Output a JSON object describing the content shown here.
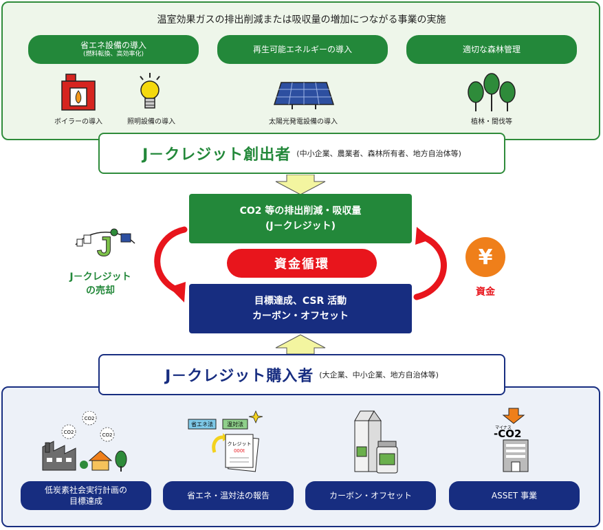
{
  "top": {
    "title": "温室効果ガスの排出削減または吸収量の増加につながる事業の実施",
    "pills": [
      {
        "label": "省エネ設備の導入",
        "sub": "(燃料転換、高効率化)"
      },
      {
        "label": "再生可能エネルギーの導入",
        "sub": ""
      },
      {
        "label": "適切な森林管理",
        "sub": ""
      }
    ],
    "icons": [
      "ボイラーの導入",
      "照明設備の導入",
      "太陽光発電設備の導入",
      "植林・間伐等"
    ]
  },
  "creator": {
    "title": "J－クレジット創出者",
    "note": "(中小企業、農業者、森林所有者、地方自治体等)"
  },
  "center": {
    "green_line1": "CO2 等の排出削減・吸収量",
    "green_line2": "(J－クレジット)",
    "cycle": "資金循環",
    "navy_line1": "目標達成、CSR 活動",
    "navy_line2": "カーボン・オフセット"
  },
  "left_label": {
    "line1": "J－クレジット",
    "line2": "の売却",
    "logo": "J"
  },
  "right_label": {
    "text": "資金",
    "yen": "¥"
  },
  "buyer": {
    "title": "J－クレジット購入者",
    "note": "(大企業、中小企業、地方自治体等)"
  },
  "bottom": {
    "pills": [
      {
        "line1": "低炭素社会実行計画の",
        "line2": "目標達成"
      },
      {
        "line1": "省エネ・温対法の報告",
        "line2": ""
      },
      {
        "line1": "カーボン・オフセット",
        "line2": ""
      },
      {
        "line1": "ASSET 事業",
        "line2": ""
      }
    ],
    "icon_texts": {
      "co2": "CO2",
      "doc1": "省エネ法",
      "doc2": "温対法",
      "paper_line1": "クレジット",
      "paper_line2": "000t",
      "minus_co2": "-CO2",
      "minus_caption": "マイナス"
    }
  },
  "colors": {
    "green": "#23883a",
    "navy": "#172d80",
    "red": "#e8151c",
    "orange": "#ef7f1a",
    "yellow": "#f3f5a0"
  }
}
